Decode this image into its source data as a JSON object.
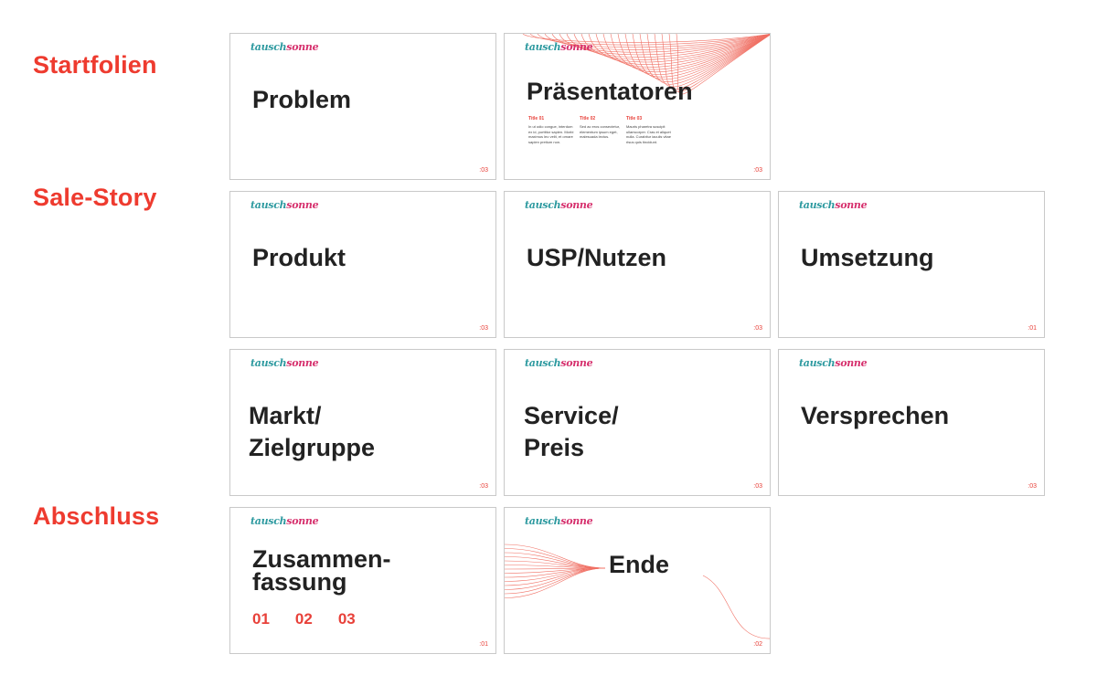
{
  "sections": {
    "startfolien": "Startfolien",
    "sale_story": "Sale-Story",
    "abschluss": "Abschluss"
  },
  "logo": {
    "part1": "tausch",
    "part2": "sonne"
  },
  "slides": [
    {
      "title": "Problem",
      "page": ":03"
    },
    {
      "title": "Präsentatoren",
      "page": ":03",
      "columns": [
        {
          "title": "Title 01",
          "text": "In ut odio congue, interdum ex id, porttitor sapien. Morbi maximus leo velit, et ornare sapien pretium non."
        },
        {
          "title": "Title 02",
          "text": "Sed ac eros consectetur, elementum ipsum eget, malesuada lectus."
        },
        {
          "title": "Title 03",
          "text": "Mauris pharetra suscipit ullamcorper. Cras et aliquet nulla. Curabitur iaculis vitae risus quis tincidunt."
        }
      ]
    },
    {
      "title": "Produkt",
      "page": ":03"
    },
    {
      "title": "USP/Nutzen",
      "page": ":03"
    },
    {
      "title": "Umsetzung",
      "page": ":01"
    },
    {
      "title_line1": "Markt/",
      "title_line2": "Zielgruppe",
      "page": ":03"
    },
    {
      "title_line1": "Service/",
      "title_line2": "Preis",
      "page": ":03"
    },
    {
      "title": "Versprechen",
      "page": ":03"
    },
    {
      "title_line1": "Zusammen-",
      "title_line2": "fassung",
      "numbers": [
        "01",
        "02",
        "03"
      ],
      "page": ":01"
    },
    {
      "title": "Ende",
      "page": ":02"
    }
  ],
  "colors": {
    "accent": "#ee3b2f",
    "logo_teal": "#2e9aa0",
    "logo_pink": "#d6306d",
    "title_text": "#222222",
    "line": "#f07064"
  }
}
